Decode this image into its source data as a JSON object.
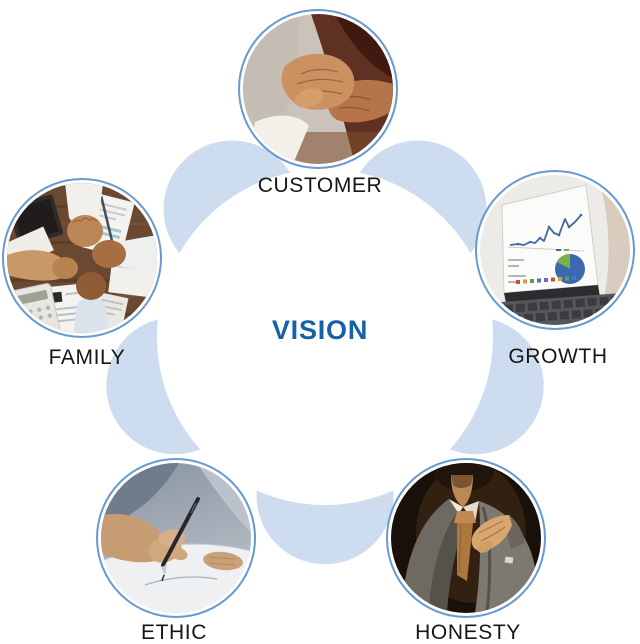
{
  "diagram": {
    "center_label": "VISION"
  },
  "colors": {
    "ring_band": "#cddcee",
    "photo_rim": "#689ad0",
    "center_label_color": "#1460ab",
    "node_label_color": "#161616",
    "page_background": "#ffffff"
  },
  "nodes": [
    {
      "id": "customer",
      "label": "CUSTOMER",
      "photo": "handshake-photo",
      "position": "top"
    },
    {
      "id": "growth",
      "label": "GROWTH",
      "photo": "laptop-analytics-chart-photo",
      "position": "right"
    },
    {
      "id": "family",
      "label": "FAMILY",
      "photo": "fist-bump-teamwork-photo",
      "position": "left"
    },
    {
      "id": "ethic",
      "label": "ETHIC",
      "photo": "hand-writing-signature-photo",
      "position": "bottom-left"
    },
    {
      "id": "honesty",
      "label": "HONESTY",
      "photo": "businessman-adjusting-tie-photo",
      "position": "bottom-right"
    }
  ]
}
